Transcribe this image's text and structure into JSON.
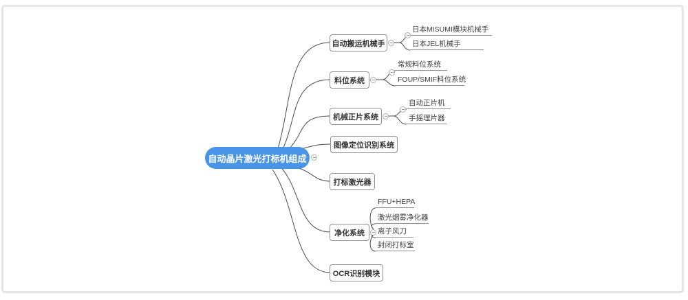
{
  "app": {
    "type": "mind-map-canvas"
  },
  "colors": {
    "root_background": "#4a94e8",
    "root_text": "#ffffff",
    "branch_line": "#4a4a4a",
    "node_border": "#8f8f8f",
    "node_text": "#333333",
    "frame_border": "#e5e5e5"
  },
  "icons": {
    "collapse_toggle": "minus-circle"
  },
  "root": {
    "label": "自动晶片激光打标机组成"
  },
  "branches": [
    {
      "label": "自动搬运机械手",
      "children": [
        "日本MISUMI模块机械手",
        "日本JEL机械手"
      ]
    },
    {
      "label": "料位系统",
      "children": [
        "常规料位系统",
        "FOUP/SMIF料位系统"
      ]
    },
    {
      "label": "机械正片系统",
      "children": [
        "自动正片机",
        "手摇理片器"
      ]
    },
    {
      "label": "图像定位识别系统",
      "children": []
    },
    {
      "label": "打标激光器",
      "children": []
    },
    {
      "label": "净化系统",
      "children": [
        "FFU+HEPA",
        "激光烟雾净化器",
        "离子风刀",
        "封闭打标室"
      ]
    },
    {
      "label": "OCR识别模块",
      "children": []
    }
  ]
}
